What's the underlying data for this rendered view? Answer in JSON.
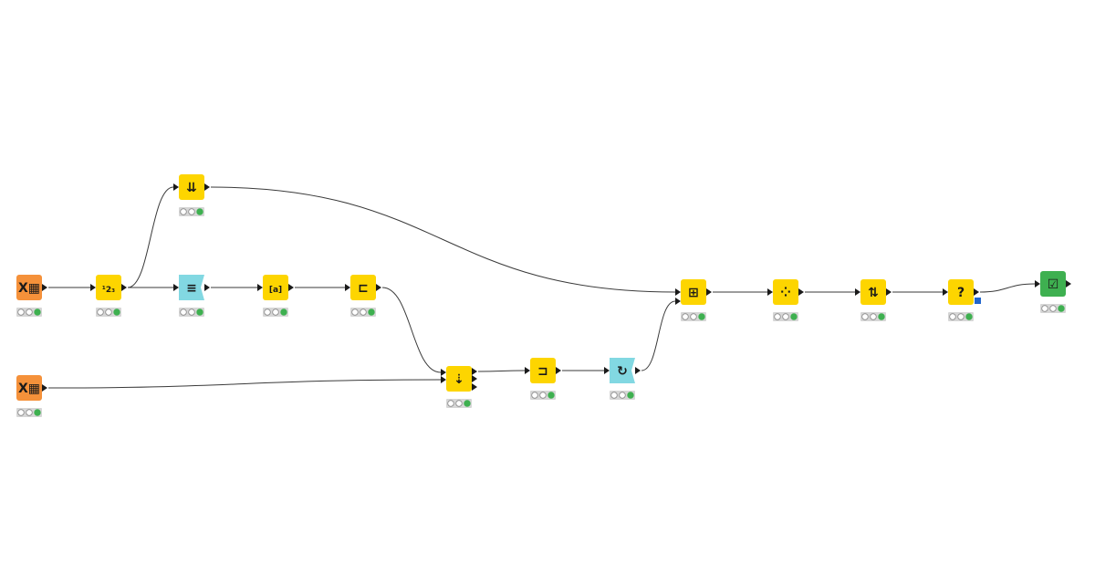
{
  "workflow": {
    "colors": {
      "background": "#ffffff",
      "source": "#f5913a",
      "manipulator": "#fdd500",
      "view": "#82d8e2",
      "sink": "#3eb050",
      "edge": "#3a3a3a",
      "port": "#1a1a1a",
      "status_bg": "#d6d6d6",
      "status_ok": "#3eb050",
      "flow_var_port": "#2266cc",
      "icon_ink": "#1a1a1a"
    },
    "nodes": [
      {
        "id": "excel-reader-1",
        "kind": "source",
        "icon": "excel-reader-icon",
        "glyph": "X▦",
        "status": [
          "empty",
          "empty",
          "green"
        ]
      },
      {
        "id": "number-to-string",
        "kind": "manipulator",
        "icon": "number-format-icon",
        "glyph": "¹2₃",
        "status": [
          "empty",
          "empty",
          "green"
        ]
      },
      {
        "id": "sorter",
        "kind": "manipulator",
        "icon": "sort-icon",
        "glyph": "⇊",
        "status": [
          "empty",
          "empty",
          "green"
        ]
      },
      {
        "id": "row-filter",
        "kind": "view",
        "icon": "filter-list-icon",
        "glyph": "≡",
        "status": [
          "empty",
          "empty",
          "green"
        ]
      },
      {
        "id": "column-rename",
        "kind": "manipulator",
        "icon": "column-rename-icon",
        "glyph": "[a]",
        "status": [
          "empty",
          "empty",
          "green"
        ]
      },
      {
        "id": "column-split",
        "kind": "manipulator",
        "icon": "split-icon",
        "glyph": "⊏",
        "status": [
          "empty",
          "empty",
          "green"
        ]
      },
      {
        "id": "excel-reader-2",
        "kind": "source",
        "icon": "excel-reader-icon",
        "glyph": "X▦",
        "status": [
          "empty",
          "empty",
          "green"
        ]
      },
      {
        "id": "joiner",
        "kind": "manipulator",
        "icon": "joiner-icon",
        "glyph": "⇣",
        "status": [
          "empty",
          "empty",
          "green"
        ]
      },
      {
        "id": "column-merge",
        "kind": "manipulator",
        "icon": "merge-icon",
        "glyph": "⊐",
        "status": [
          "empty",
          "empty",
          "green"
        ]
      },
      {
        "id": "loop-end",
        "kind": "view",
        "icon": "loop-icon",
        "glyph": "↻",
        "status": [
          "empty",
          "empty",
          "green"
        ]
      },
      {
        "id": "concatenate",
        "kind": "manipulator",
        "icon": "concatenate-icon",
        "glyph": "⊞",
        "status": [
          "empty",
          "empty",
          "green"
        ]
      },
      {
        "id": "groupby",
        "kind": "manipulator",
        "icon": "groupby-icon",
        "glyph": "⁘",
        "status": [
          "empty",
          "empty",
          "green"
        ]
      },
      {
        "id": "sorter-2",
        "kind": "manipulator",
        "icon": "sort-updown-icon",
        "glyph": "⇅",
        "status": [
          "empty",
          "empty",
          "green"
        ]
      },
      {
        "id": "rule-engine",
        "kind": "manipulator",
        "icon": "question-icon",
        "glyph": "?",
        "status": [
          "empty",
          "empty",
          "green"
        ]
      },
      {
        "id": "excel-writer",
        "kind": "sink",
        "icon": "writer-check-icon",
        "glyph": "☑",
        "status": [
          "empty",
          "empty",
          "green"
        ]
      }
    ],
    "edges": [
      {
        "from": "excel-reader-1",
        "to": "number-to-string"
      },
      {
        "from": "number-to-string",
        "to": "sorter"
      },
      {
        "from": "number-to-string",
        "to": "row-filter"
      },
      {
        "from": "row-filter",
        "to": "column-rename"
      },
      {
        "from": "column-rename",
        "to": "column-split"
      },
      {
        "from": "column-split",
        "to": "joiner"
      },
      {
        "from": "excel-reader-2",
        "to": "joiner"
      },
      {
        "from": "joiner",
        "to": "column-merge"
      },
      {
        "from": "column-merge",
        "to": "loop-end"
      },
      {
        "from": "sorter",
        "to": "concatenate"
      },
      {
        "from": "loop-end",
        "to": "concatenate"
      },
      {
        "from": "concatenate",
        "to": "groupby"
      },
      {
        "from": "groupby",
        "to": "sorter-2"
      },
      {
        "from": "sorter-2",
        "to": "rule-engine"
      },
      {
        "from": "rule-engine",
        "to": "excel-writer"
      }
    ]
  }
}
